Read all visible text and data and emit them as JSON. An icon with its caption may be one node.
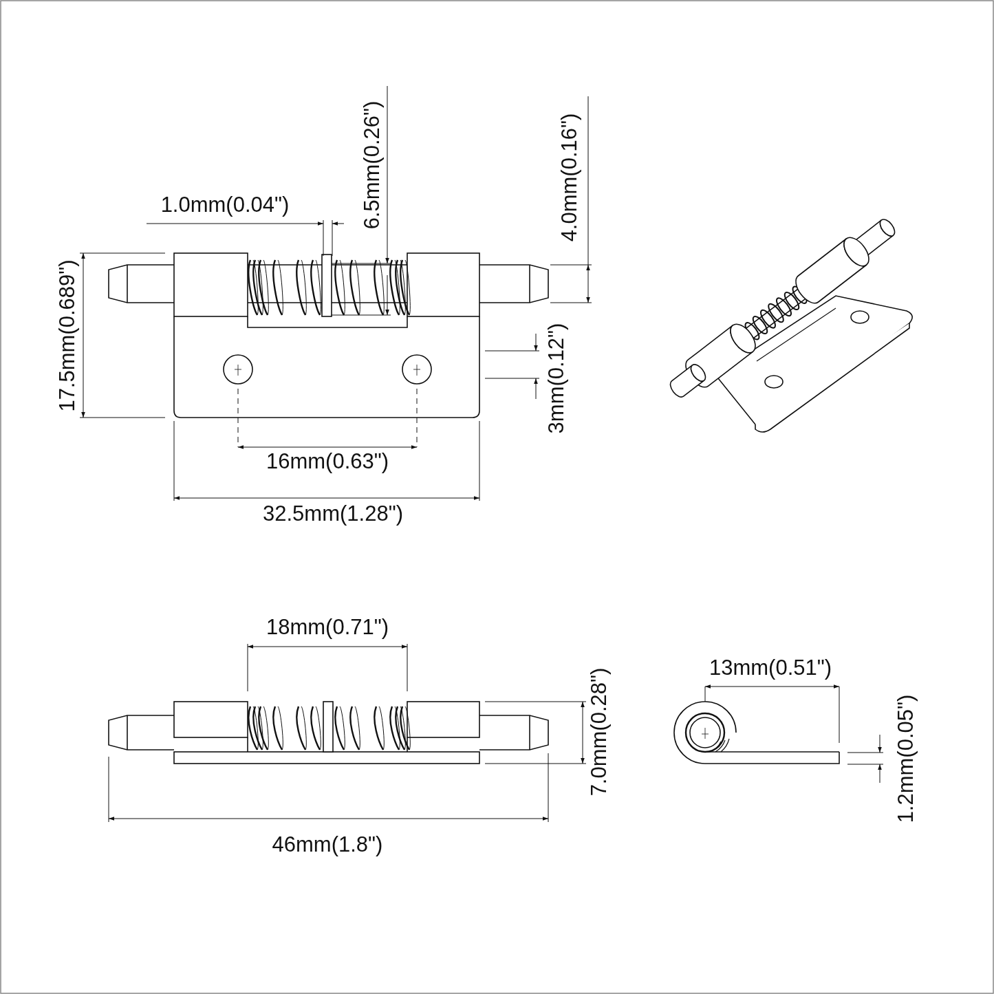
{
  "diagram": {
    "labels": [
      "6.5mm(0.26\")",
      "4.0mm(0.16\")",
      "1.0mm(0.04\")",
      "17.5mm(0.689\")",
      "3mm(0.12\")",
      "16mm(0.63\")",
      "32.5mm(1.28\")",
      "18mm(0.71\")",
      "13mm(0.51\")",
      "7.0mm(0.28\")",
      "1.2mm(0.05\")",
      "46mm(1.8\")"
    ]
  }
}
